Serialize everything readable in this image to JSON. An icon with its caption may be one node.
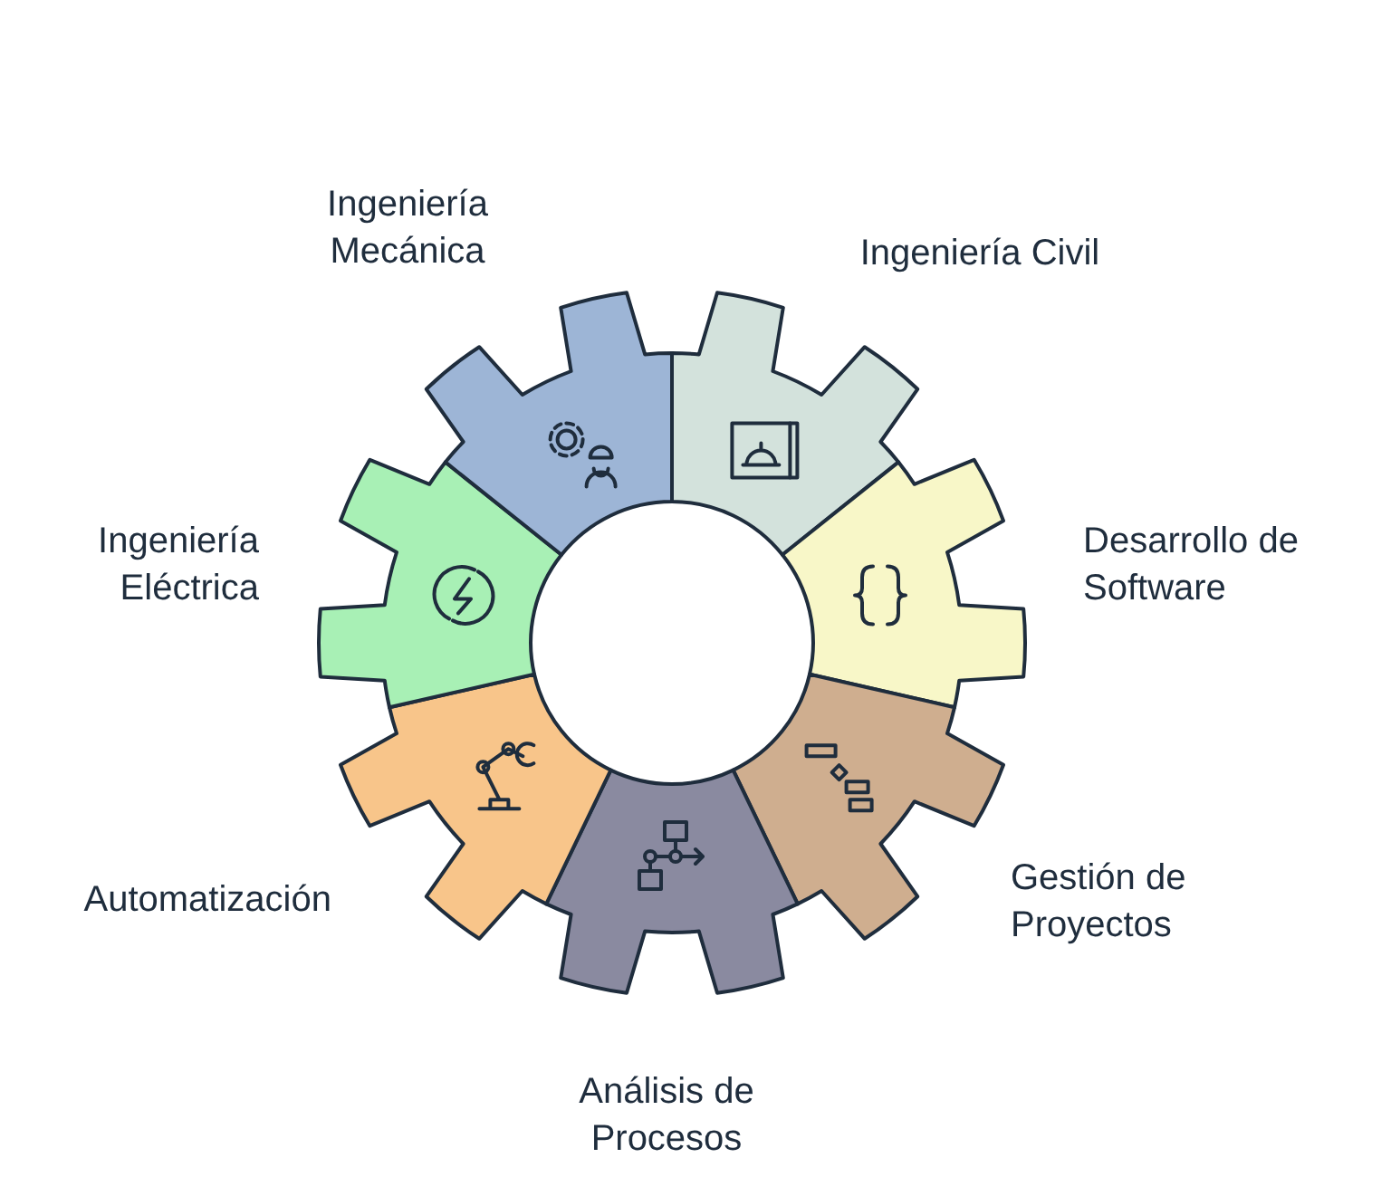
{
  "diagram": {
    "labels": [
      "Ingeniería Mecánica",
      "Ingeniería Civil",
      "Ingeniería Eléctrica",
      "Desarrollo de Software",
      "Automatización",
      "Gestión de Proyectos",
      "Análisis de Procesos"
    ]
  }
}
